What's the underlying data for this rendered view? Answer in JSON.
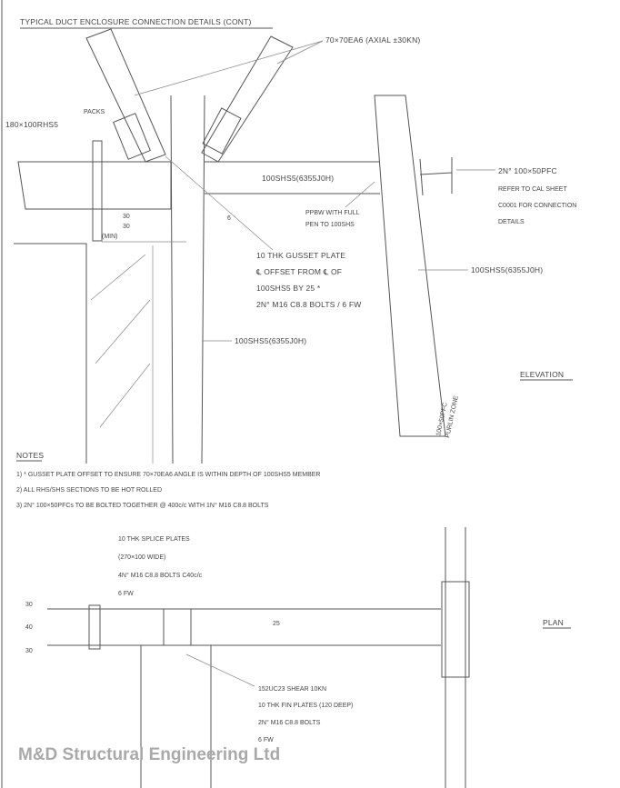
{
  "title": "TYPICAL DUCT ENCLOSURE CONNECTION DETAILS (CONT)",
  "elevation": {
    "brace_label": "70×70EA6 (AXIAL ±30KN)",
    "packs_label": "PACKS",
    "rhs_label": "180×100RHS5",
    "dim_30a": "30",
    "dim_30b": "30",
    "dim_min": "(MIN)",
    "beam_label": "100SHS5(6355J0H)",
    "weld_label": "6",
    "ppbw_lines": [
      "PPBW WITH FULL",
      "PEN TO 100SHS"
    ],
    "pfc_lines": [
      "2N° 100×50PFC",
      "REFER TO CAL SHEET",
      "C0001 FOR CONNECTION",
      "DETAILS"
    ],
    "gusset_lines": [
      "10 THK GUSSET PLATE",
      "℄ OFFSET FROM ℄ OF",
      "100SHS5 BY 25 *",
      "2N° M16 C8.8 BOLTS / 6 FW"
    ],
    "right_column_label": "100SHS5(6355J0H)",
    "centre_column_label": "100SHS5(6355J0H)",
    "purlin_lines": [
      "100×50PFC",
      "PURLIN ZONE"
    ],
    "view_label": "ELEVATION"
  },
  "notes": {
    "heading": "NOTES",
    "items": [
      "1) * GUSSET PLATE OFFSET TO ENSURE 70×70EA6 ANGLE IS WITHIN DEPTH OF 100SHS5 MEMBER",
      "2) ALL RHS/SHS SECTIONS TO BE HOT ROLLED",
      "3) 2N° 100×50PFCs TO BE BOLTED TOGETHER @ 400c/c WITH 1N° M16 C8.8 BOLTS"
    ]
  },
  "plan": {
    "splice_lines": [
      "10 THK SPLICE PLATES",
      "(270×100 WIDE)",
      "4N° M16 C8.8 BOLTS C40c/c",
      "6 FW"
    ],
    "dim_30a": "30",
    "dim_40": "40",
    "dim_30b": "30",
    "dim_25": "25",
    "view_label": "PLAN",
    "fin_lines": [
      "152UC23 SHEAR 10KN",
      "10 THK FIN PLATES (120 DEEP)",
      "2N° M16 C8.8 BOLTS",
      "6 FW"
    ]
  },
  "footer": "M&D Structural Engineering Ltd"
}
